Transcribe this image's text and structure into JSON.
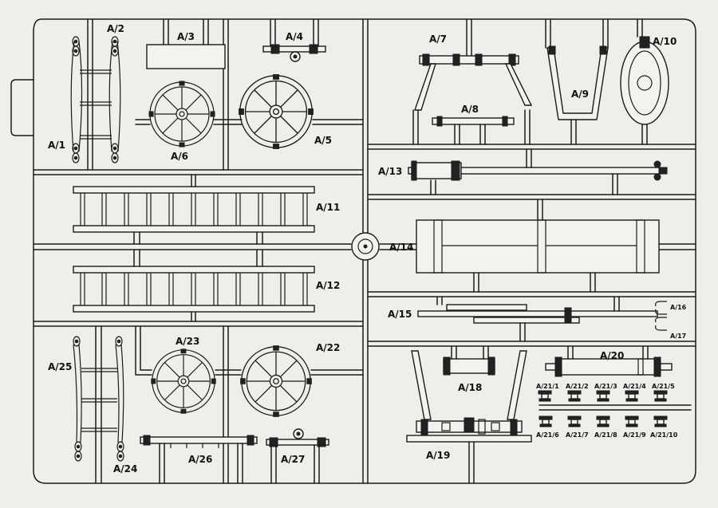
{
  "parts": {
    "a1": "A/1",
    "a2": "A/2",
    "a3": "A/3",
    "a4": "A/4",
    "a5": "A/5",
    "a6": "A/6",
    "a7": "A/7",
    "a8": "A/8",
    "a9": "A/9",
    "a10": "A/10",
    "a11": "A/11",
    "a12": "A/12",
    "a13": "A/13",
    "a14": "A/14",
    "a15": "A/15",
    "a16": "A/16",
    "a17": "A/17",
    "a18": "A/18",
    "a19": "A/19",
    "a20": "A/20",
    "a21_1": "A/21/1",
    "a21_2": "A/21/2",
    "a21_3": "A/21/3",
    "a21_4": "A/21/4",
    "a21_5": "A/21/5",
    "a21_6": "A/21/6",
    "a21_7": "A/21/7",
    "a21_8": "A/21/8",
    "a21_9": "A/21/9",
    "a21_10": "A/21/10",
    "a22": "A/22",
    "a23": "A/23",
    "a24": "A/24",
    "a25": "A/25",
    "a26": "A/26",
    "a27": "A/27"
  },
  "colors": {
    "paper": "#eeeeeb",
    "ink": "#1b1b1b"
  },
  "icons": {
    "wheel": "spoked-wheel-icon",
    "ladder": "ladder-icon",
    "sprue": "sprue-frame-icon"
  }
}
